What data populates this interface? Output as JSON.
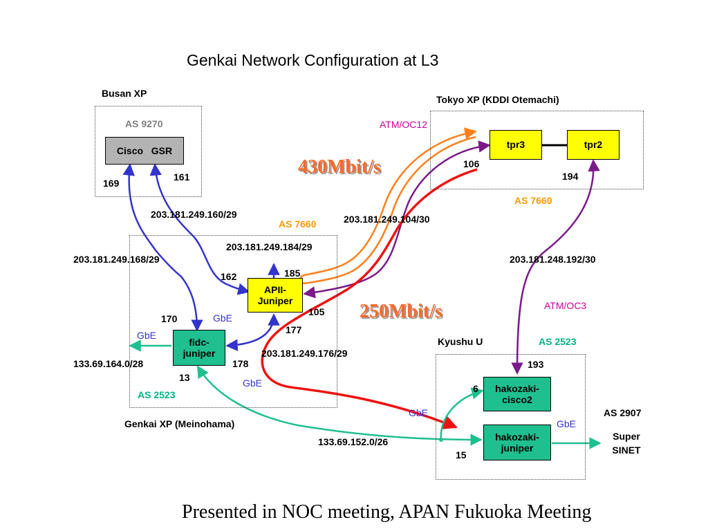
{
  "title": "Genkai Network Configuration at L3",
  "footer": "Presented in NOC meeting, APAN Fukuoka Meeting",
  "colors": {
    "link_blue": "#3333cc",
    "link_orange": "#ff7f1a",
    "link_purple": "#7a1a8a",
    "link_red": "#ee1111",
    "link_teal": "#1fbf8f",
    "node_yellow": "#ffff00",
    "node_teal": "#1fbf8f",
    "node_gray": "#b3b3b3",
    "as_gray": "#808080",
    "as_orange": "#ff9900",
    "as_teal": "#00b386",
    "atm_magenta": "#cc0099",
    "gbe_blue": "#3333cc"
  },
  "sites": {
    "busan": "Busan XP",
    "tokyo": "Tokyo XP (KDDI Otemachi)",
    "genkai": "Genkai XP (Meinohama)",
    "kyushu": "Kyushu U"
  },
  "as_labels": {
    "busan": "AS 9270",
    "tokyo": "AS 7660",
    "genkai_top": "AS 7660",
    "genkai_bottom": "AS 2523",
    "kyushu": "AS 2523",
    "sinet": "AS 2907"
  },
  "nodes": {
    "cisco_gsr": "Cisco   GSR",
    "tpr3": "tpr3",
    "tpr2": "tpr2",
    "apii_line1": "APII-",
    "apii_line2": "Juniper",
    "fidc_line1": "fidc-",
    "fidc_line2": "juniper",
    "hakozaki_cisco_line1": "hakozaki-",
    "hakozaki_cisco_line2": "cisco2",
    "hakozaki_juniper_line1": "hakozaki-",
    "hakozaki_juniper_line2": "juniper",
    "sinet_line1": "Super",
    "sinet_line2": "SINET"
  },
  "subnets": {
    "s160": "203.181.249.160/29",
    "s168": "203.181.249.168/29",
    "s184": "203.181.249.184/29",
    "s104": "203.181.249.104/30",
    "s176": "203.181.249.176/29",
    "s192": "203.181.248.192/30",
    "s164": "133.69.164.0/28",
    "s152": "133.69.152.0/26"
  },
  "interfaces": {
    "i169": "169",
    "i161": "161",
    "i162": "162",
    "i185": "185",
    "i105": "105",
    "i177": "177",
    "i170": "170",
    "i178": "178",
    "i13": "13",
    "i106": "106",
    "i194": "194",
    "i193": "193",
    "i6": "6",
    "i15": "15"
  },
  "link_types": {
    "atm_oc12": "ATM/OC12",
    "atm_oc3": "ATM/OC3",
    "gbe_genkai": "GbE",
    "gbe_fidc_left": "GbE",
    "gbe_fidc_bottom": "GbE",
    "gbe_kyushu_left": "GbE",
    "gbe_kyushu_right": "GbE"
  },
  "bandwidth": {
    "high": "430Mbit/s",
    "low": "250Mbit/s"
  }
}
